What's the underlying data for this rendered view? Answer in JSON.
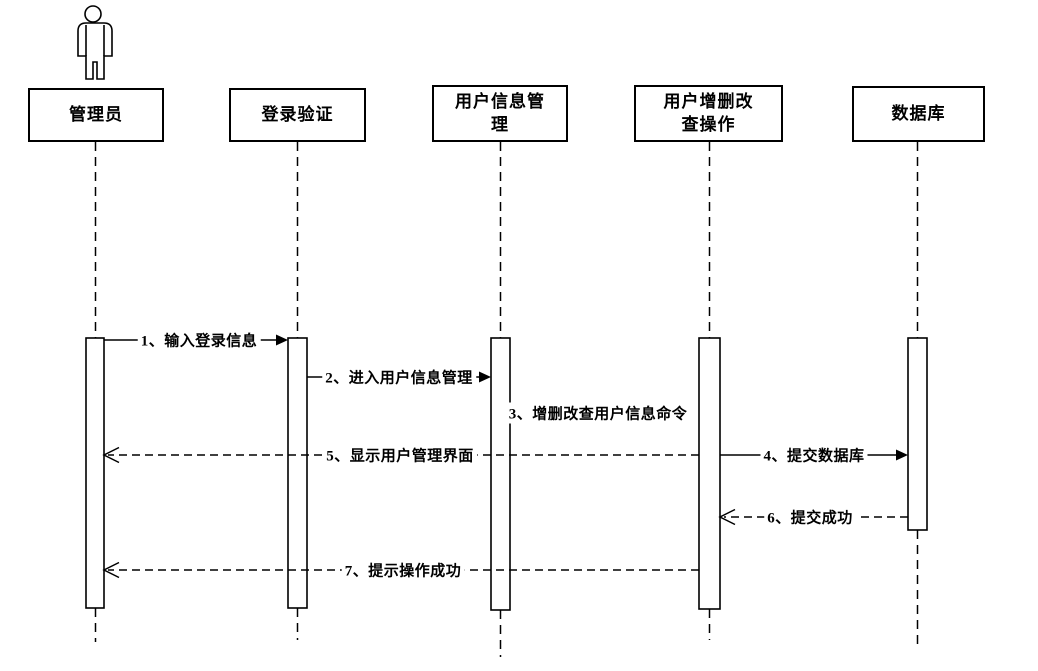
{
  "diagram": {
    "type": "UML sequence diagram",
    "background_color": "#ffffff",
    "line_color": "#000000",
    "lifelines": [
      {
        "label": "管理员",
        "kind": "actor",
        "icon": "person-actor-icon"
      },
      {
        "label": "登录验证",
        "kind": "object"
      },
      {
        "label": "用户信息管理",
        "kind": "object"
      },
      {
        "label": "用户增删改查操作",
        "kind": "object"
      },
      {
        "label": "数据库",
        "kind": "object"
      }
    ],
    "messages": [
      {
        "order": 1,
        "label": "1、输入登录信息",
        "from": "管理员",
        "to": "登录验证",
        "line": "solid",
        "arrowhead": "filled"
      },
      {
        "order": 2,
        "label": "2、进入用户信息管理",
        "from": "登录验证",
        "to": "用户信息管理",
        "line": "solid",
        "arrowhead": "filled"
      },
      {
        "order": 3,
        "label": "3、增删改查用户信息命令",
        "from": "用户信息管理",
        "to": "用户增删改查操作",
        "line": "covered-by-label",
        "arrowhead": "none"
      },
      {
        "order": 4,
        "label": "4、提交数据库",
        "from": "用户增删改查操作",
        "to": "数据库",
        "line": "solid",
        "arrowhead": "filled"
      },
      {
        "order": 5,
        "label": "5、显示用户管理界面",
        "from": "用户增删改查操作",
        "to": "管理员",
        "line": "dashed",
        "arrowhead": "open"
      },
      {
        "order": 6,
        "label": "6、提交成功",
        "from": "数据库",
        "to": "用户增删改查操作",
        "line": "dashed",
        "arrowhead": "open"
      },
      {
        "order": 7,
        "label": "7、提示操作成功",
        "from": "用户增删改查操作",
        "to": "管理员",
        "line": "dashed",
        "arrowhead": "open"
      }
    ]
  }
}
